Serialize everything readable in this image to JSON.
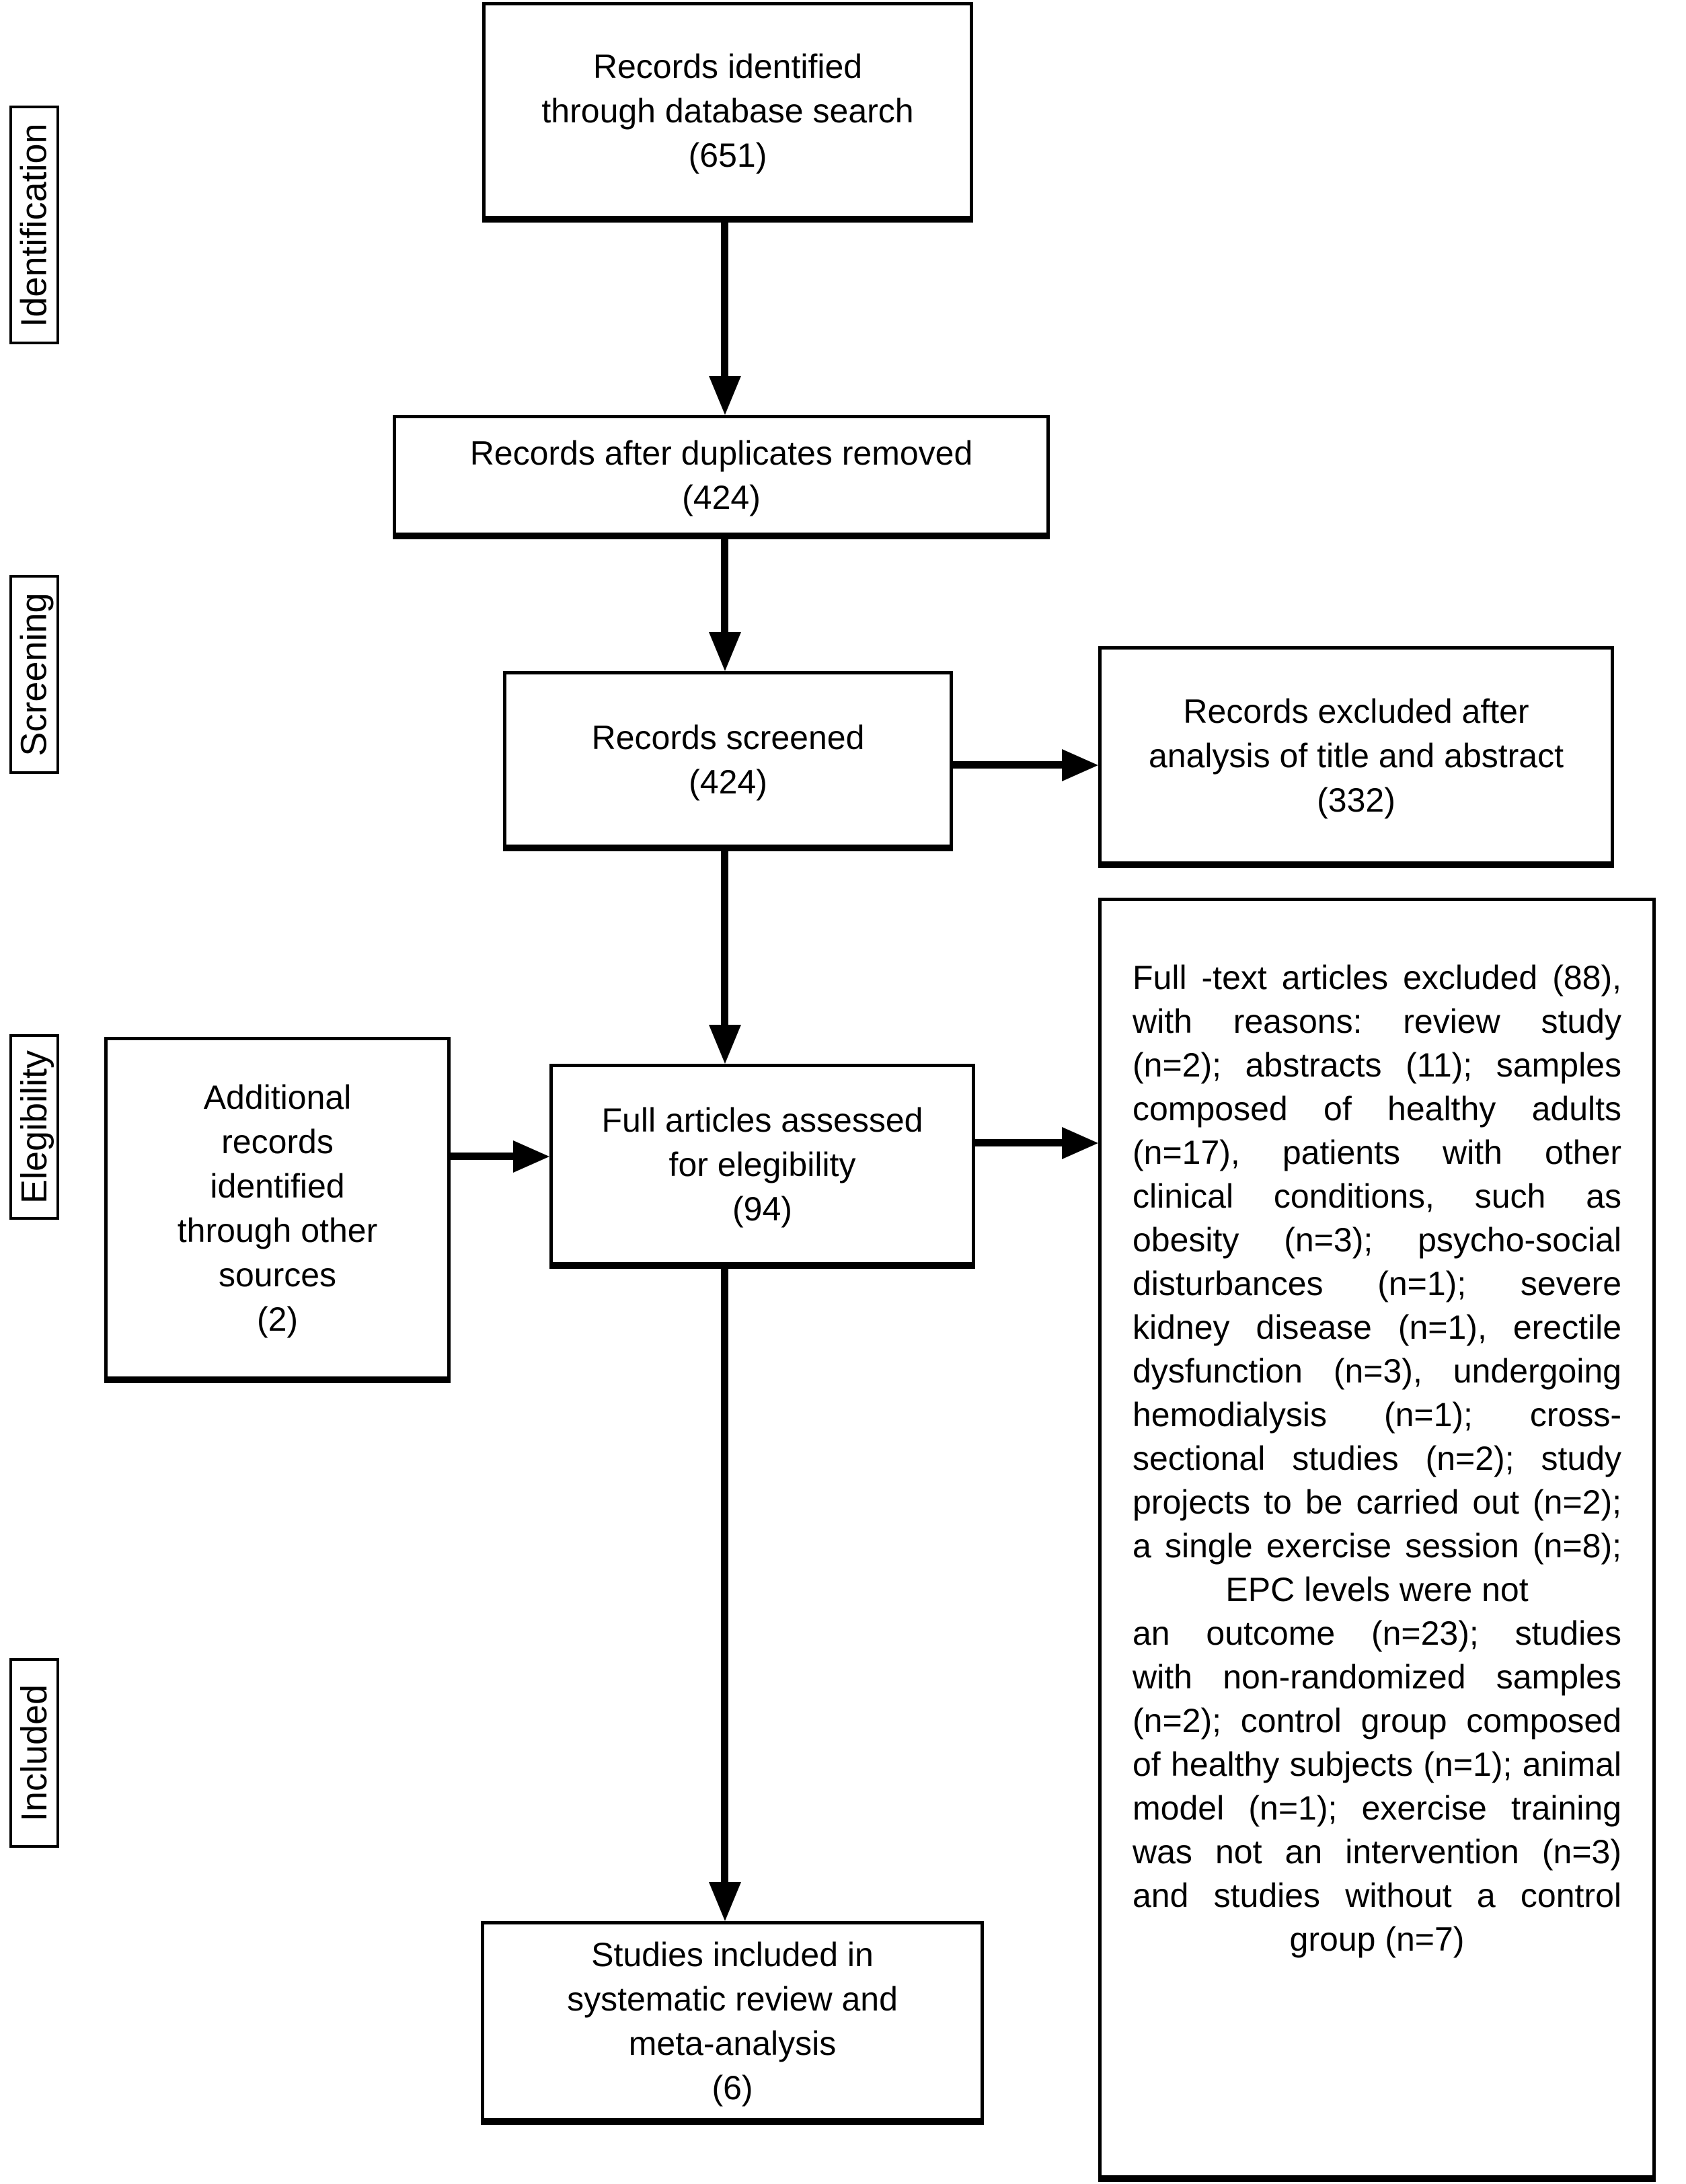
{
  "figure": {
    "background": "#ffffff",
    "line_color": "#000000"
  },
  "stages": {
    "identification": "Identification",
    "screening": "Screening",
    "elegibility": "Elegibility",
    "included": "Included"
  },
  "boxes": {
    "records_identified": "Records identified\nthrough database search\n(651)",
    "duplicates_removed": "Records after duplicates removed\n(424)",
    "records_screened": "Records screened\n(424)",
    "records_excluded": "Records excluded after\nanalysis of title and abstract\n(332)",
    "additional_records": "Additional\nrecords\nidentified\nthrough other\nsources\n(2)",
    "full_articles_assessed": "Full articles assessed\nfor elegibility\n(94)",
    "studies_included": "Studies included in\nsystematic review and\nmeta-analysis\n(6)"
  },
  "excluded_box": {
    "lines": [
      "Full -text articles excluded (88),",
      "with reasons: review study",
      "(n=2); abstracts (11); samples",
      "composed of healthy adults",
      "(n=17), patients with other",
      "clinical conditions, such as",
      "obesity (n=3); psycho-social",
      "disturbances (n=1); severe",
      "kidney disease (n=1), erectile",
      "dysfunction (n=3), undergoing",
      "hemodialysis (n=1); cross-",
      "sectional studies (n=2); study",
      "projects to be carried out (n=2);",
      "a single exercise session (n=8);",
      "EPC levels were not",
      "an outcome (n=23); studies",
      "with non-randomized samples",
      "(n=2); control group composed",
      "of healthy subjects (n=1); animal",
      "model (n=1); exercise training",
      "was not an intervention (n=3)",
      "and studies without a control",
      "group (n=7)"
    ]
  }
}
